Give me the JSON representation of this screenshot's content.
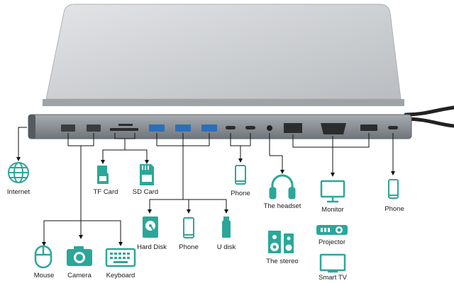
{
  "colors": {
    "accent": "#2ba79a",
    "line": "#111111",
    "hub": "#8d9399",
    "laptop": "#c9cdd1"
  },
  "labels": {
    "internet": "Internet",
    "tf_card": "TF Card",
    "sd_card": "SD Card",
    "phone_top": "Phone",
    "headset": "The headset",
    "monitor": "Monitor",
    "phone_right": "Phone",
    "hard_disk": "Hard Disk",
    "phone_mid": "Phone",
    "u_disk": "U disk",
    "stereo": "The stereo",
    "projector": "Projector",
    "smart_tv": "Smart TV",
    "mouse": "Mouse",
    "camera": "Camera",
    "keyboard": "Keyboard"
  },
  "icons": [
    "globe-icon",
    "micro-sd-icon",
    "sd-card-icon",
    "phone-icon",
    "headphones-icon",
    "monitor-icon",
    "hard-disk-icon",
    "usb-drive-icon",
    "speaker-icon",
    "projector-icon",
    "tv-icon",
    "mouse-icon",
    "camera-icon",
    "keyboard-icon"
  ]
}
